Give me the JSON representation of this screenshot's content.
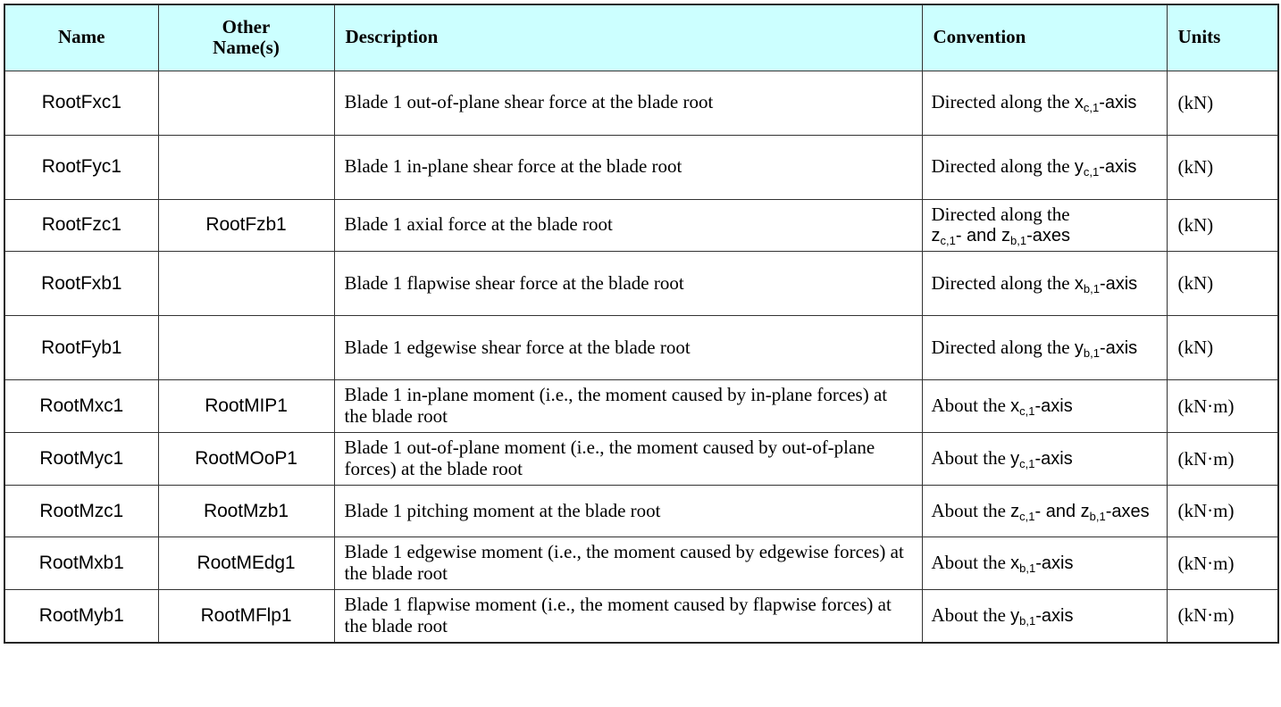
{
  "table": {
    "header": {
      "name": "Name",
      "other_names_line1": "Other",
      "other_names_line2": "Name(s)",
      "description": "Description",
      "convention": "Convention",
      "units": "Units"
    },
    "header_background": "#ccffff",
    "border_color": "#333333",
    "rows": [
      {
        "name": "RootFxc1",
        "other": "",
        "description": "Blade 1 out-of-plane shear force at the blade root",
        "convention_lead": "Directed along the",
        "convention_axes": [
          {
            "letter": "x",
            "sub": "c,1"
          }
        ],
        "convention_tail": "-axis",
        "units": "(kN)"
      },
      {
        "name": "RootFyc1",
        "other": "",
        "description": "Blade 1 in-plane shear force at the blade root",
        "convention_lead": "Directed along the",
        "convention_axes": [
          {
            "letter": "y",
            "sub": "c,1"
          }
        ],
        "convention_tail": "-axis",
        "units": "(kN)"
      },
      {
        "name": "RootFzc1",
        "other": "RootFzb1",
        "description": "Blade 1 axial force at the blade root",
        "convention_lead": "Directed along the",
        "convention_axes": [
          {
            "letter": "z",
            "sub": "c,1"
          },
          {
            "letter": "z",
            "sub": "b,1"
          }
        ],
        "convention_joiner": "- and ",
        "convention_tail": "-axes",
        "units": "(kN)"
      },
      {
        "name": "RootFxb1",
        "other": "",
        "description": "Blade 1 flapwise shear force at the blade root",
        "convention_lead": "Directed along the",
        "convention_axes": [
          {
            "letter": "x",
            "sub": "b,1"
          }
        ],
        "convention_tail": "-axis",
        "units": "(kN)"
      },
      {
        "name": "RootFyb1",
        "other": "",
        "description": "Blade 1 edgewise shear force at the blade root",
        "convention_lead": "Directed along the",
        "convention_axes": [
          {
            "letter": "y",
            "sub": "b,1"
          }
        ],
        "convention_tail": "-axis",
        "units": "(kN)"
      },
      {
        "name": "RootMxc1",
        "other": "RootMIP1",
        "description": "Blade 1 in-plane moment (i.e., the moment caused by in-plane forces) at the blade root",
        "convention_lead": "About the",
        "convention_axes": [
          {
            "letter": "x",
            "sub": "c,1"
          }
        ],
        "convention_tail": "-axis",
        "units": "(kN·m)"
      },
      {
        "name": "RootMyc1",
        "other": "RootMOoP1",
        "description": "Blade 1 out-of-plane moment (i.e., the moment caused by out-of-plane forces) at the blade root",
        "convention_lead": "About the",
        "convention_axes": [
          {
            "letter": "y",
            "sub": "c,1"
          }
        ],
        "convention_tail": "-axis",
        "units": "(kN·m)"
      },
      {
        "name": "RootMzc1",
        "other": "RootMzb1",
        "description": "Blade 1 pitching moment at the blade root",
        "convention_lead": "About the",
        "convention_axes": [
          {
            "letter": "z",
            "sub": "c,1"
          },
          {
            "letter": "z",
            "sub": "b,1"
          }
        ],
        "convention_joiner": "- and ",
        "convention_tail": "-axes",
        "units": "(kN·m)"
      },
      {
        "name": "RootMxb1",
        "other": "RootMEdg1",
        "description": "Blade 1 edgewise moment (i.e., the moment caused by edgewise forces) at the blade root",
        "convention_lead": "About the",
        "convention_axes": [
          {
            "letter": "x",
            "sub": "b,1"
          }
        ],
        "convention_tail": "-axis",
        "units": "(kN·m)"
      },
      {
        "name": "RootMyb1",
        "other": "RootMFlp1",
        "description": "Blade 1 flapwise moment (i.e., the moment caused by flapwise forces) at the blade root",
        "convention_lead": "About the",
        "convention_axes": [
          {
            "letter": "y",
            "sub": "b,1"
          }
        ],
        "convention_tail": "-axis",
        "units": "(kN·m)"
      }
    ]
  }
}
